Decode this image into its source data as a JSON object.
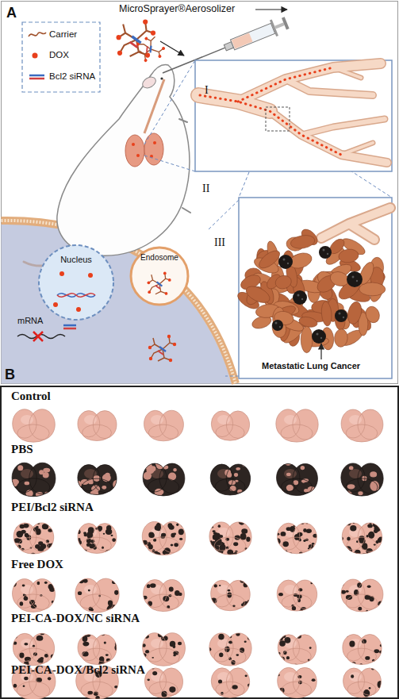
{
  "diagram": {
    "nodes": [
      {
        "text": [
          "Nucleus"
        ]
      },
      {
        "text": [
          "Endosome"
        ]
      }
    ],
    "labels": [
      "A",
      "MicroSprayer®Aerosolizer",
      "I",
      "II",
      "III",
      "mRNA",
      "Metastatic Lung Cancer",
      "B",
      "Control",
      "PBS",
      "PEI/Bcl2 siRNA",
      "Free DOX",
      "PEI-CA-DOX/NC siRNA",
      "PEI-CA-DOX/Bcl2 siRNA"
    ],
    "legend": [
      {
        "text": "Carrier"
      },
      {
        "text": "DOX",
        "color": "#e8401c"
      },
      {
        "text": "Bcl2 siRNA"
      }
    ]
  }
}
